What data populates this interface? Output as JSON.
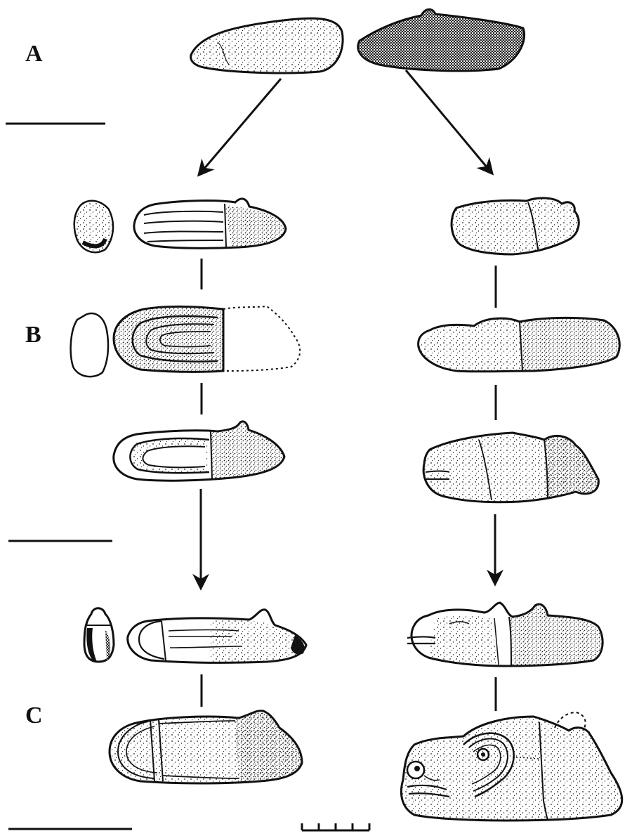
{
  "phase_labels": {
    "a": "A",
    "b": "B",
    "c": "C"
  },
  "ink_color": "#111111",
  "stipple_color": "#1a1a1a",
  "scale_bar": {
    "tick_count": 5
  }
}
